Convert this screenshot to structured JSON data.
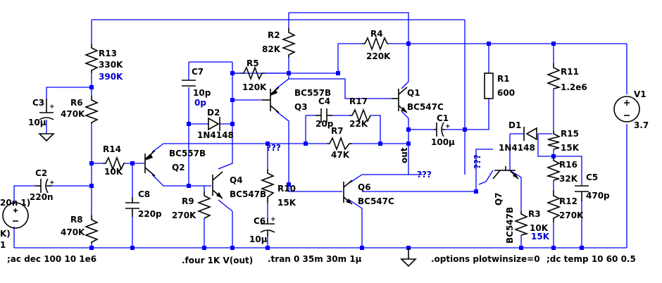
{
  "components": {
    "R13": {
      "name": "R13",
      "value": "330K",
      "alt": "390K"
    },
    "R6": {
      "name": "R6",
      "value": "470K"
    },
    "C3": {
      "name": "C3",
      "value": "10µ"
    },
    "R14": {
      "name": "R14",
      "value": "10K"
    },
    "C2": {
      "name": "C2",
      "value": "220n"
    },
    "R8": {
      "name": "R8",
      "value": "470K"
    },
    "C8": {
      "name": "C8",
      "value": "220p"
    },
    "Q2": {
      "name": "Q2",
      "model": "BC557B"
    },
    "C7": {
      "name": "C7",
      "value": "10p",
      "alt": "0p"
    },
    "D2": {
      "name": "D2",
      "model": "1N4148"
    },
    "R9": {
      "name": "R9",
      "value": "270K"
    },
    "Q4": {
      "name": "Q4",
      "model": "BC547B"
    },
    "R5": {
      "name": "R5",
      "value": "120K"
    },
    "R2": {
      "name": "R2",
      "value": "82K"
    },
    "Q3": {
      "name": "Q3",
      "model": "BC557B"
    },
    "R10": {
      "name": "R10",
      "value": "15K"
    },
    "C6": {
      "name": "C6",
      "value": "10µ"
    },
    "R4": {
      "name": "R4",
      "value": "220K"
    },
    "C4": {
      "name": "C4",
      "value": "20p"
    },
    "R17": {
      "name": "R17",
      "value": "22K"
    },
    "R7": {
      "name": "R7",
      "value": "47K"
    },
    "Q1": {
      "name": "Q1",
      "model": "BC547C"
    },
    "C1": {
      "name": "C1",
      "value": "100µ"
    },
    "Q6": {
      "name": "Q6",
      "model": "BC547C"
    },
    "R1": {
      "name": "R1",
      "value": "600"
    },
    "D1": {
      "name": "D1",
      "model": "1N4148"
    },
    "Q7": {
      "name": "Q7",
      "model": "BC547B"
    },
    "R3": {
      "name": "R3",
      "value": "10K",
      "alt": "15K"
    },
    "R11": {
      "name": "R11",
      "value": "1.2e6"
    },
    "R15": {
      "name": "R15",
      "value": "15K"
    },
    "R16": {
      "name": "R16",
      "value": "32K"
    },
    "R12": {
      "name": "R12",
      "value": "270K"
    },
    "C5": {
      "name": "C5",
      "value": "470p"
    },
    "V1": {
      "name": "V1",
      "value": "3.7"
    }
  },
  "source_fragments": {
    "line1": "20n 1)",
    "line2": "K)",
    "line3": "1"
  },
  "net_labels": {
    "unknown": "???",
    "out": "out"
  },
  "directives": {
    "ac": ";ac dec 100 10 1e6",
    "four": ".four 1K V(out)",
    "tran": ".tran 0 35m 30m 1µ",
    "options": ".options plotwinsize=0",
    "dc": ";dc temp 10 60 0.5"
  }
}
